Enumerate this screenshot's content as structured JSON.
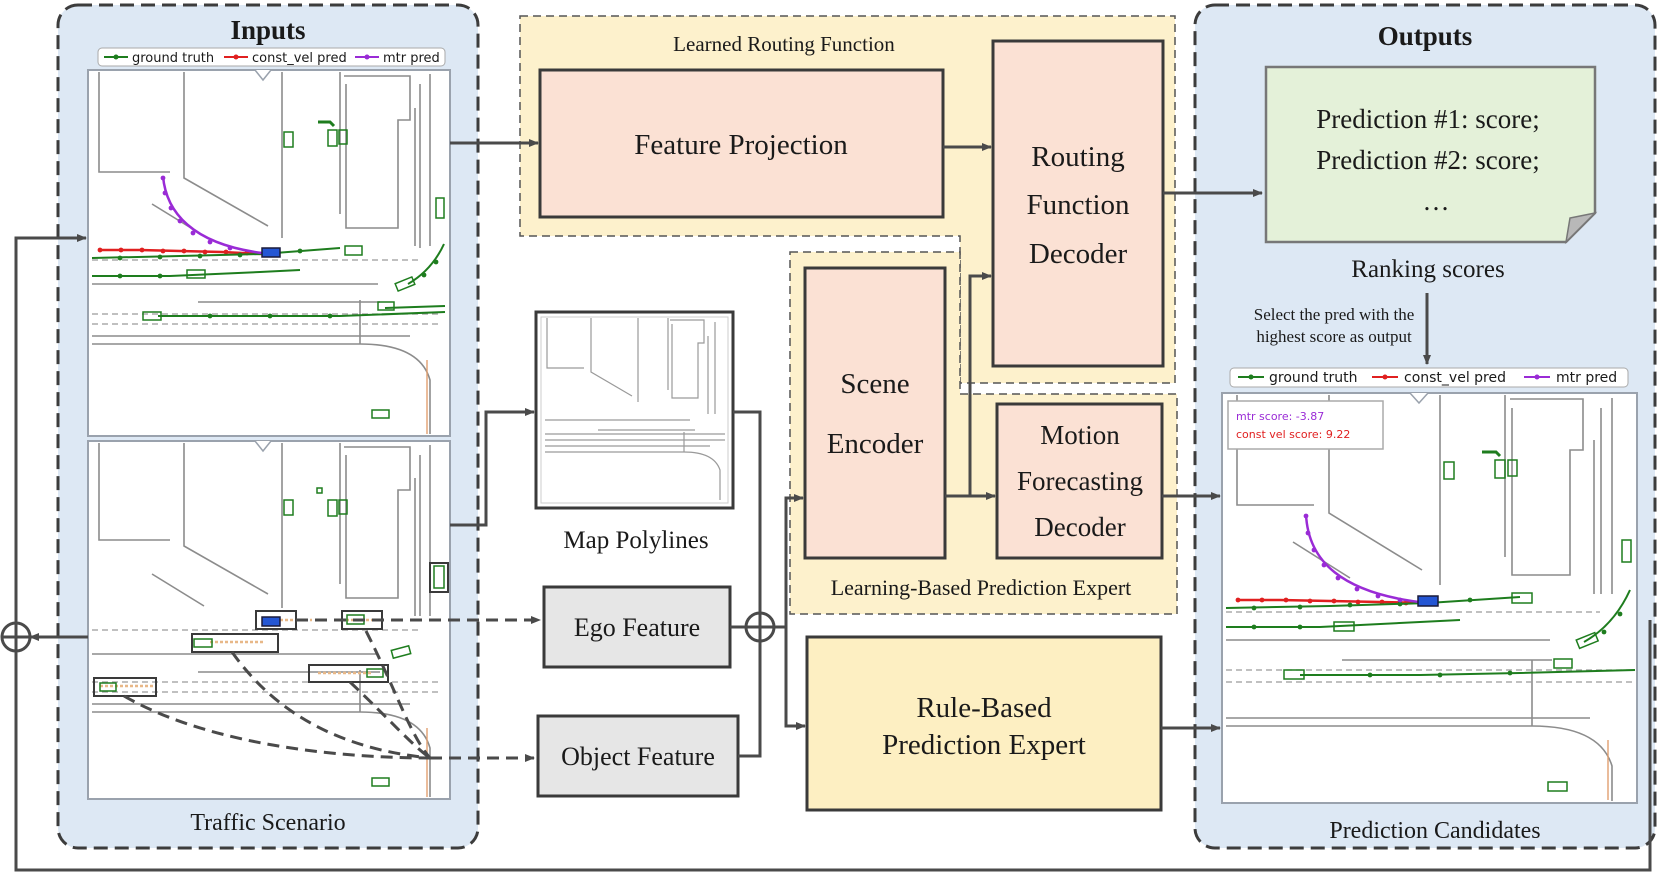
{
  "inputs": {
    "title": "Inputs",
    "legend": [
      "ground truth",
      "const_vel pred",
      "mtr pred"
    ],
    "caption": "Traffic Scenario"
  },
  "routing": {
    "title": "Learned Routing Function",
    "feature_projection": "Feature Projection",
    "decoder_lines": [
      "Routing",
      "Function",
      "Decoder"
    ]
  },
  "learning_expert": {
    "title": "Learning-Based Prediction Expert",
    "scene_encoder_lines": [
      "Scene",
      "Encoder"
    ],
    "motion_decoder_lines": [
      "Motion",
      "Forecasting",
      "Decoder"
    ]
  },
  "rule_expert": {
    "lines": [
      "Rule-Based",
      "Prediction Expert"
    ]
  },
  "map": {
    "caption": "Map Polylines"
  },
  "ego_feature": "Ego Feature",
  "object_feature": "Object Feature",
  "outputs": {
    "title": "Outputs",
    "note_lines": [
      "Prediction #1: score;",
      "Prediction #2: score;",
      "…"
    ],
    "ranking_caption": "Ranking scores",
    "select_lines": [
      "Select the pred with the",
      "highest score as output"
    ],
    "legend": [
      "ground truth",
      "const_vel pred",
      "mtr pred"
    ],
    "score_lines": [
      "mtr score: -3.87",
      "const vel score: 9.22"
    ],
    "caption": "Prediction Candidates"
  },
  "colors": {
    "panel_fill": "#dde8f4",
    "routing_fill": "#fdf1cc",
    "module_fill": "#fbe1d4",
    "rule_fill": "#fdefc2",
    "feature_fill": "#e6e6e6",
    "note_fill": "#e4f1d9",
    "ground_truth": "#1e7d1e",
    "const_vel": "#e02020",
    "mtr": "#9a2bd6",
    "ego": "#2456d4"
  }
}
